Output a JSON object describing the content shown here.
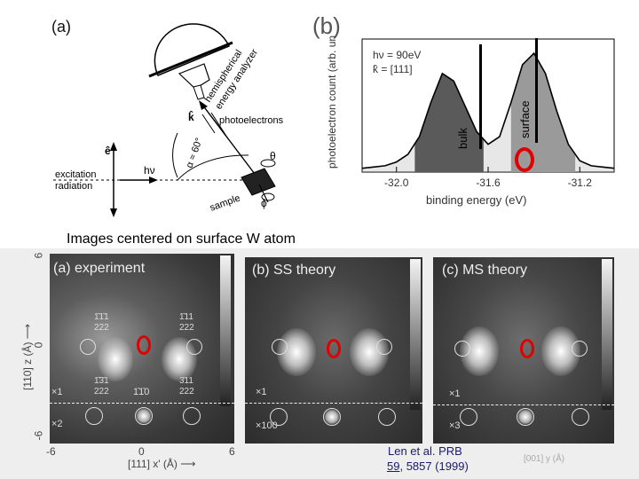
{
  "panel_a": {
    "label": "(a)",
    "analyzer_label_1": "hemispherical",
    "analyzer_label_2": "energy analyzer",
    "k_label": "k̂",
    "photoelectrons": "photoelectrons",
    "alpha": "α ≈ 60°",
    "e_label": "ê",
    "hv": "hν",
    "excitation": "excitation",
    "radiation": "radiation",
    "theta": "θ",
    "phi": "ϕ",
    "sample": "sample"
  },
  "panel_b": {
    "label": "(b)",
    "annotation_line1": "hν = 90eV",
    "annotation_line2": "k̂ = [111]",
    "bulk_label": "bulk",
    "surface_label": "surface",
    "marker_color": "#e00000",
    "chart_data": {
      "type": "area",
      "xlabel": "binding energy (eV)",
      "ylabel": "photoelectron count (arb. units)",
      "x_ticks": [
        "-32.0",
        "-31.6",
        "-31.2"
      ],
      "x_tick_values": [
        -32.0,
        -31.6,
        -31.2
      ],
      "xlim": [
        -32.15,
        -31.05
      ],
      "ylim": [
        0,
        1.0
      ],
      "x": [
        -32.15,
        -32.1,
        -32.05,
        -32.0,
        -31.95,
        -31.9,
        -31.85,
        -31.8,
        -31.75,
        -31.7,
        -31.65,
        -31.6,
        -31.55,
        -31.5,
        -31.45,
        -31.4,
        -31.35,
        -31.3,
        -31.25,
        -31.2,
        -31.15,
        -31.1,
        -31.05
      ],
      "y": [
        0.03,
        0.04,
        0.05,
        0.08,
        0.14,
        0.28,
        0.55,
        0.78,
        0.72,
        0.52,
        0.32,
        0.22,
        0.28,
        0.55,
        0.85,
        0.94,
        0.78,
        0.48,
        0.22,
        0.09,
        0.05,
        0.04,
        0.03
      ],
      "shaded_regions": [
        {
          "name": "bulk",
          "x_range": [
            -31.92,
            -31.62
          ],
          "shade": "#5a5a5a"
        },
        {
          "name": "surface",
          "x_range": [
            -31.5,
            -31.22
          ],
          "shade": "#9a9a9a"
        }
      ]
    }
  },
  "section_title": "Images centered on surface W atom",
  "photo_panels": {
    "ylabel": "[110] z (Å) ⟶",
    "xlabel": "[111] x' (Å) ⟶",
    "x_ticks": [
      "-6",
      "0",
      "6"
    ],
    "y_ticks": [
      "6",
      "0",
      "-6"
    ],
    "panel_titles": [
      "(a) experiment",
      "(b) SS theory",
      "(c) MS theory"
    ],
    "scale_top": [
      "×1",
      "×1",
      "×1"
    ],
    "scale_bottom": [
      "×2",
      "×100",
      "×3"
    ],
    "spot_labels": {
      "top_left_1": "1̄1̄1",
      "top_left_2": "222",
      "top_right_1": "1̄11",
      "top_right_2": "222",
      "bottom_left_1": "1̄3̄1",
      "bottom_left_2": "222",
      "bottom_right_1": "3̄11",
      "bottom_right_2": "222",
      "center": "1̄1̄0"
    },
    "third_axis_label": "[001] y (Å)"
  },
  "citation": {
    "line1": "Len et al. PRB",
    "volume": "59",
    "line2_rest": ", 5857 (1999)"
  }
}
